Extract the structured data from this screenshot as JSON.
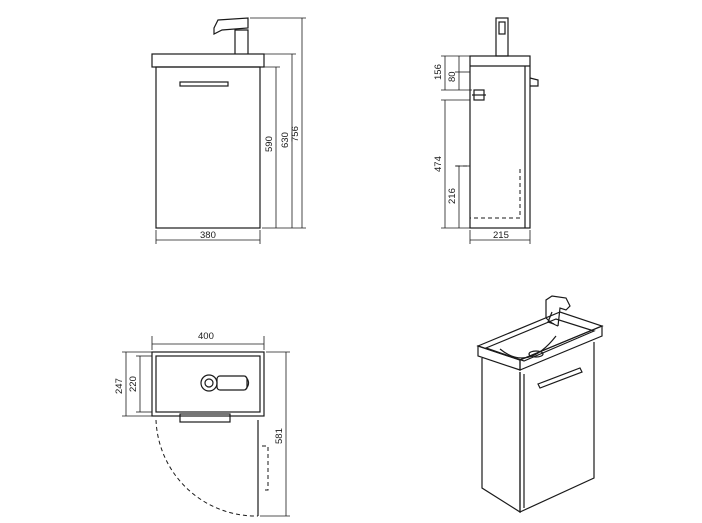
{
  "dimensions": {
    "front_width": "380",
    "front_h1": "590",
    "front_h2": "630",
    "front_h3": "756",
    "side_top_1": "156",
    "side_top_2": "80",
    "side_mid": "474",
    "side_low": "216",
    "side_depth": "215",
    "top_width": "400",
    "top_depth_1": "247",
    "top_depth_2": "220",
    "door_swing": "581"
  }
}
